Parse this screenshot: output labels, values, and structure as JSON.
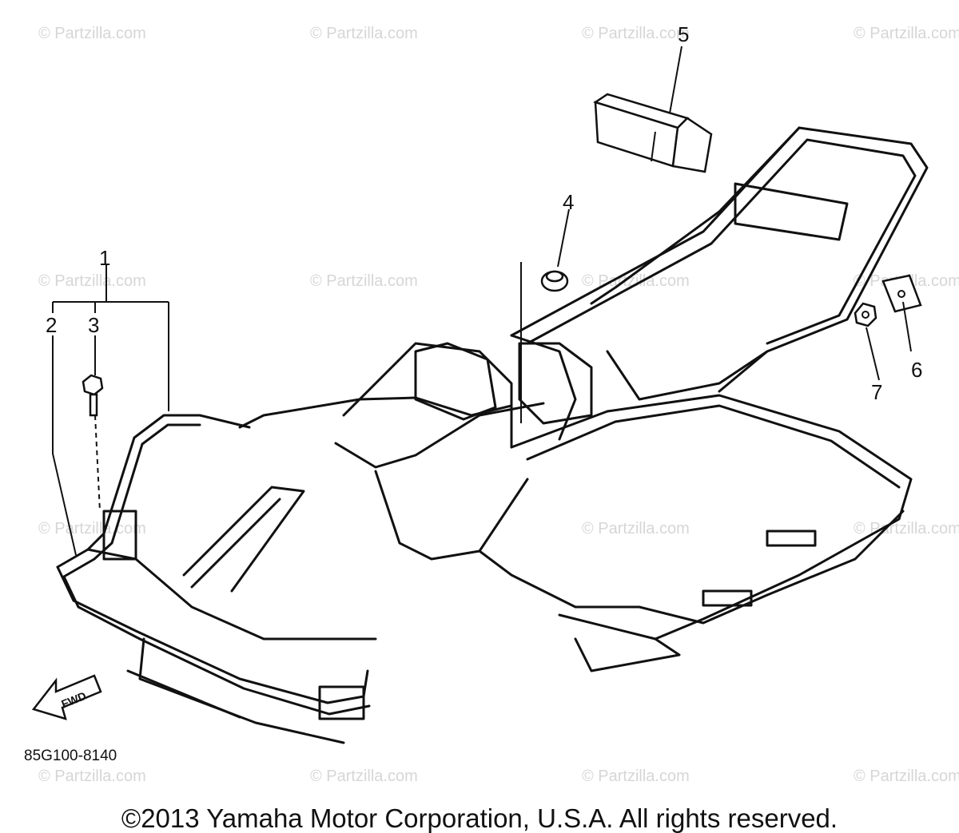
{
  "watermark": "© Partzilla.com",
  "callouts": [
    "1",
    "2",
    "3",
    "4",
    "5",
    "6",
    "7"
  ],
  "forward_arrow_label": "FWD",
  "part_code": "85G100-8140",
  "copyright": "©2013 Yamaha Motor Corporation, U.S.A. All rights reserved."
}
